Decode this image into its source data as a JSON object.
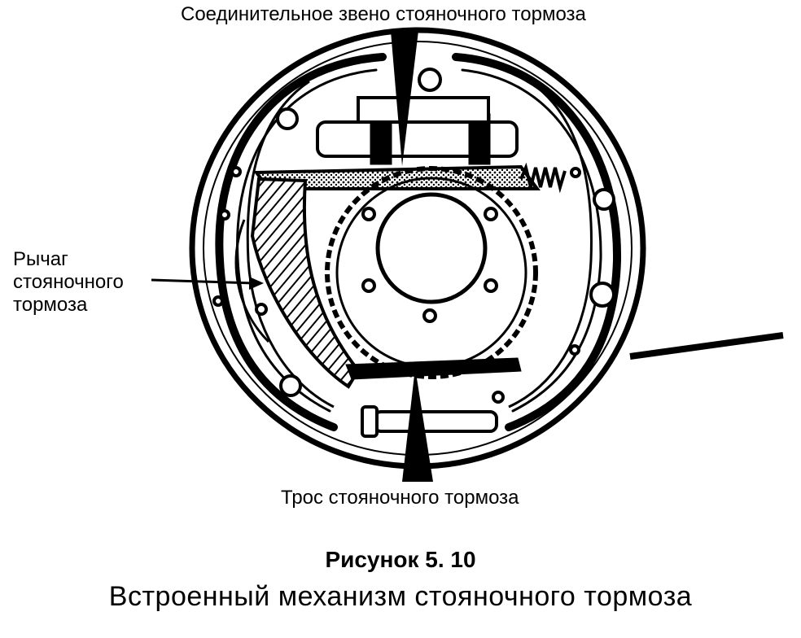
{
  "labels": {
    "top": "Соединительное звено стояночного тормоза",
    "lever_line1": "Рычаг",
    "lever_line2": "стояночного",
    "lever_line3": "тормоза",
    "cable": "Трос стояночного тормоза"
  },
  "figure": {
    "number": "Рисунок 5. 10",
    "title": "Встроенный механизм стояночного тормоза"
  },
  "colors": {
    "ink": "#000000",
    "paper": "#ffffff"
  }
}
